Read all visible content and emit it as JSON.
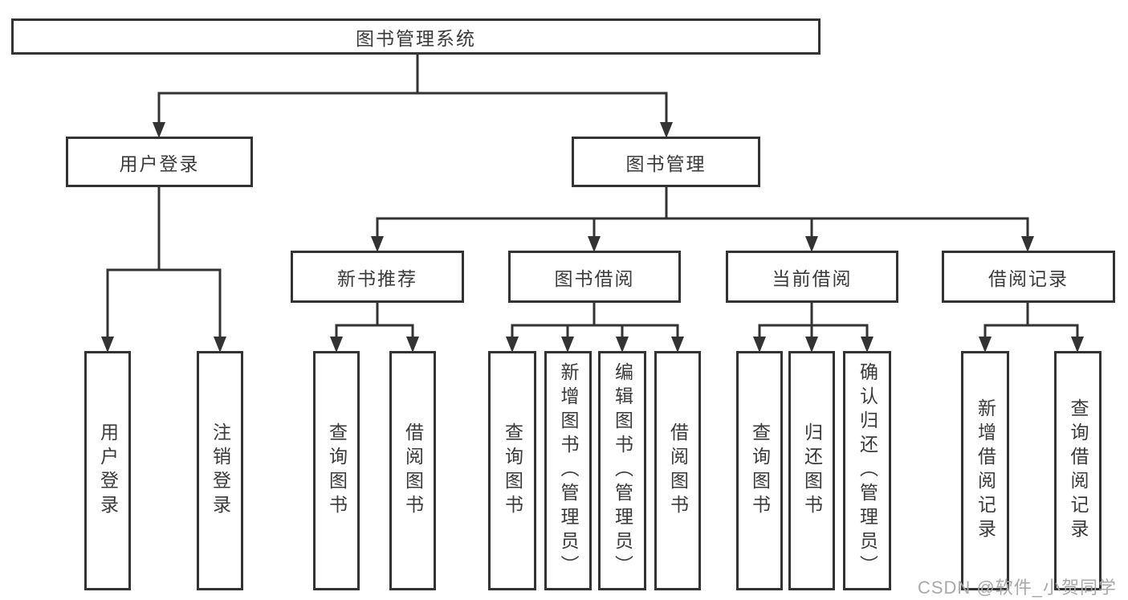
{
  "root": {
    "label": "图书管理系统"
  },
  "level2": [
    {
      "label": "用户登录"
    },
    {
      "label": "图书管理"
    }
  ],
  "level3": [
    {
      "label": "新书推荐"
    },
    {
      "label": "图书借阅"
    },
    {
      "label": "当前借阅"
    },
    {
      "label": "借阅记录"
    }
  ],
  "leaves": [
    {
      "label": "用户登录",
      "parent": "用户登录"
    },
    {
      "label": "注销登录",
      "parent": "用户登录"
    },
    {
      "label": "查询图书",
      "parent": "新书推荐"
    },
    {
      "label": "借阅图书",
      "parent": "新书推荐"
    },
    {
      "label": "查询图书",
      "parent": "图书借阅"
    },
    {
      "label": "新增图书（管理员）",
      "parent": "图书借阅"
    },
    {
      "label": "编辑图书（管理员）",
      "parent": "图书借阅"
    },
    {
      "label": "借阅图书",
      "parent": "图书借阅"
    },
    {
      "label": "查询图书",
      "parent": "当前借阅"
    },
    {
      "label": "归还图书",
      "parent": "当前借阅"
    },
    {
      "label": "确认归还（管理员）",
      "parent": "当前借阅"
    },
    {
      "label": "新增借阅记录",
      "parent": "借阅记录"
    },
    {
      "label": "查询借阅记录",
      "parent": "借阅记录"
    }
  ],
  "watermark": {
    "text": "CSDN @软件_小贺同学"
  },
  "colors": {
    "line": "#333333",
    "text": "#3a3a3a",
    "watermark": "#a8a8a8",
    "background": "#ffffff"
  }
}
